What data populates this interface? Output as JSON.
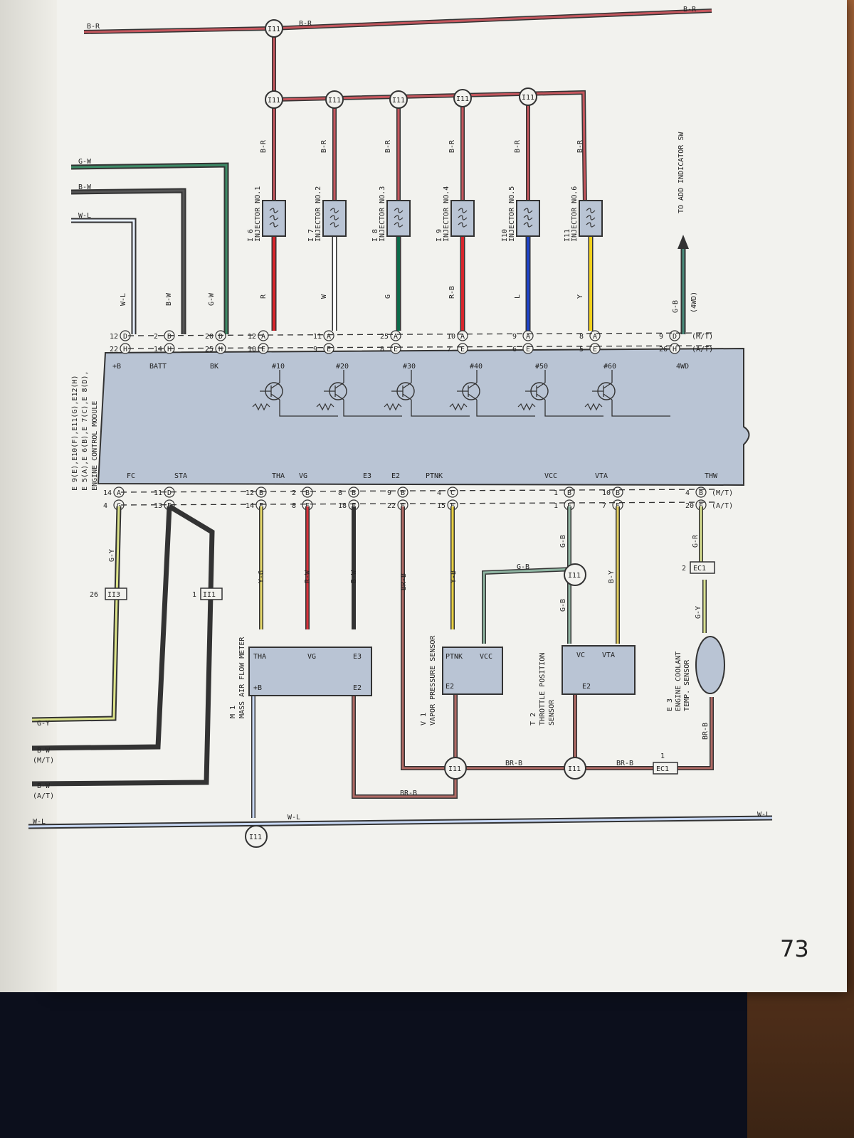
{
  "page_number": "73",
  "top_wire": "B-R",
  "ecm": {
    "title": "ENGINE CONTROL MODULE",
    "connectors": [
      "E 5(A),E 6(B),E 7(C),E 8(D),",
      "E 9(E),E10(F),E11(G),E12(H)"
    ],
    "top_terminals": [
      "+B",
      "BATT",
      "BK",
      "#10",
      "#20",
      "#30",
      "#40",
      "#50",
      "#60",
      "4WD"
    ],
    "bottom_terminals": [
      "FC",
      "STA",
      "THA",
      "VG",
      "E3",
      "E2",
      "PTNK",
      "VCC",
      "VTA",
      "THW"
    ],
    "pins_top_row1": [
      "12",
      "2",
      "20",
      "12",
      "11",
      "25",
      "10",
      "9",
      "8",
      "9"
    ],
    "pins_top_row2": [
      "22",
      "14",
      "25",
      "10",
      "9",
      "8",
      "7",
      "6",
      "5",
      "26"
    ],
    "pins_bottom_row1": [
      "14",
      "11",
      "12",
      "2",
      "8",
      "9",
      "4",
      "1",
      "10",
      "4"
    ],
    "pins_bottom_row2": [
      "4",
      "13",
      "14",
      "8",
      "18",
      "22",
      "15",
      "1",
      "7",
      "20"
    ],
    "mt": "(M/T)",
    "at": "(A/T)"
  },
  "injectors": [
    {
      "code": "I 6",
      "name": "INJECTOR NO.1",
      "wire": "R",
      "color": "#d8262c"
    },
    {
      "code": "I 7",
      "name": "INJECTOR NO.2",
      "wire": "W",
      "color": "#ffffff"
    },
    {
      "code": "I 8",
      "name": "INJECTOR NO.3",
      "wire": "G",
      "color": "#0d6a4a"
    },
    {
      "code": "I 9",
      "name": "INJECTOR NO.4",
      "wire": "R-B",
      "color": "#d8262c"
    },
    {
      "code": "I10",
      "name": "INJECTOR NO.5",
      "wire": "L",
      "color": "#1f44c8"
    },
    {
      "code": "I11",
      "name": "INJECTOR NO.6",
      "wire": "Y",
      "color": "#f2d11c"
    }
  ],
  "left_wires": [
    {
      "label": "G-W",
      "color": "#2f8a5a"
    },
    {
      "label": "B-W",
      "color": "#2a2a2a"
    },
    {
      "label": "W-L",
      "color": "#ffffff"
    }
  ],
  "bottom_left_wires": [
    {
      "label": "G-Y"
    },
    {
      "label": "B-W",
      "sub": "(M/T)"
    },
    {
      "label": "B-W",
      "sub": "(A/T)"
    },
    {
      "label": "W-L"
    }
  ],
  "to_add": "TO ADD INDICATOR SW",
  "g_b_4wd": "G-B",
  "g_b_sub": "(4WD)",
  "labels": {
    "i11": "I11",
    "ii3": "II3",
    "ii1": "II1",
    "ec1": "EC1",
    "br_b": "BR-B",
    "w_l": "W-L",
    "g_b": "G-B",
    "b_r": "B-R"
  },
  "sensors": {
    "maf": {
      "code": "M 1",
      "name": "MASS AIR FLOW METER",
      "pins": [
        "THA",
        "VG",
        "E3",
        "+B",
        "E2"
      ],
      "wires": [
        "Y-G",
        "R-W",
        "B-W"
      ]
    },
    "vps": {
      "code": "V 1",
      "name": "VAPOR PRESSURE SENSOR",
      "pins": [
        "PTNK",
        "VCC",
        "E2"
      ],
      "wires": [
        "BR-B",
        "Y-B"
      ]
    },
    "tps": {
      "code": "T 2",
      "name": "THROTTLE POSITION",
      "name2": "SENSOR",
      "pins": [
        "VC",
        "VTA",
        "E2"
      ],
      "wires": [
        "G-B",
        "G-B",
        "B-Y"
      ]
    },
    "ect": {
      "code": "E 3",
      "name": "ENGINE COOLANT",
      "name2": "TEMP. SENSOR",
      "wires": [
        "G-R",
        "G-Y",
        "BR-B"
      ]
    }
  },
  "pin_numbers": {
    "ii3_pin": "26",
    "ii1_pin": "1",
    "ec1_top": "2",
    "ec1_bot": "1"
  }
}
